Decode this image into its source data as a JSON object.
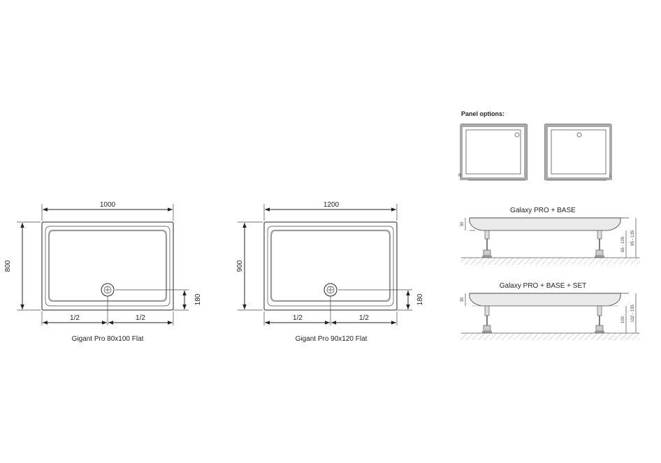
{
  "tray1": {
    "width_label": "1000",
    "height_label": "800",
    "half_left": "1/2",
    "half_right": "1/2",
    "drain_offset": "180",
    "caption": "Gigant Pro 80x100 Flat"
  },
  "tray2": {
    "width_label": "1200",
    "height_label": "900",
    "half_left": "1/2",
    "half_right": "1/2",
    "drain_offset": "180",
    "caption": "Gigant Pro 90x120 Flat"
  },
  "panel_options": {
    "title": "Panel options:",
    "left_label": "R",
    "right_label": "L"
  },
  "section1": {
    "title": "Galaxy PRO + BASE",
    "dim_top": "30",
    "dim_range_a": "65 - 105",
    "dim_range_b": "95 - 135"
  },
  "section2": {
    "title": "Galaxy PRO + BASE + SET",
    "dim_top": "30",
    "dim_range_a": "100",
    "dim_range_b": "132 - 135"
  }
}
